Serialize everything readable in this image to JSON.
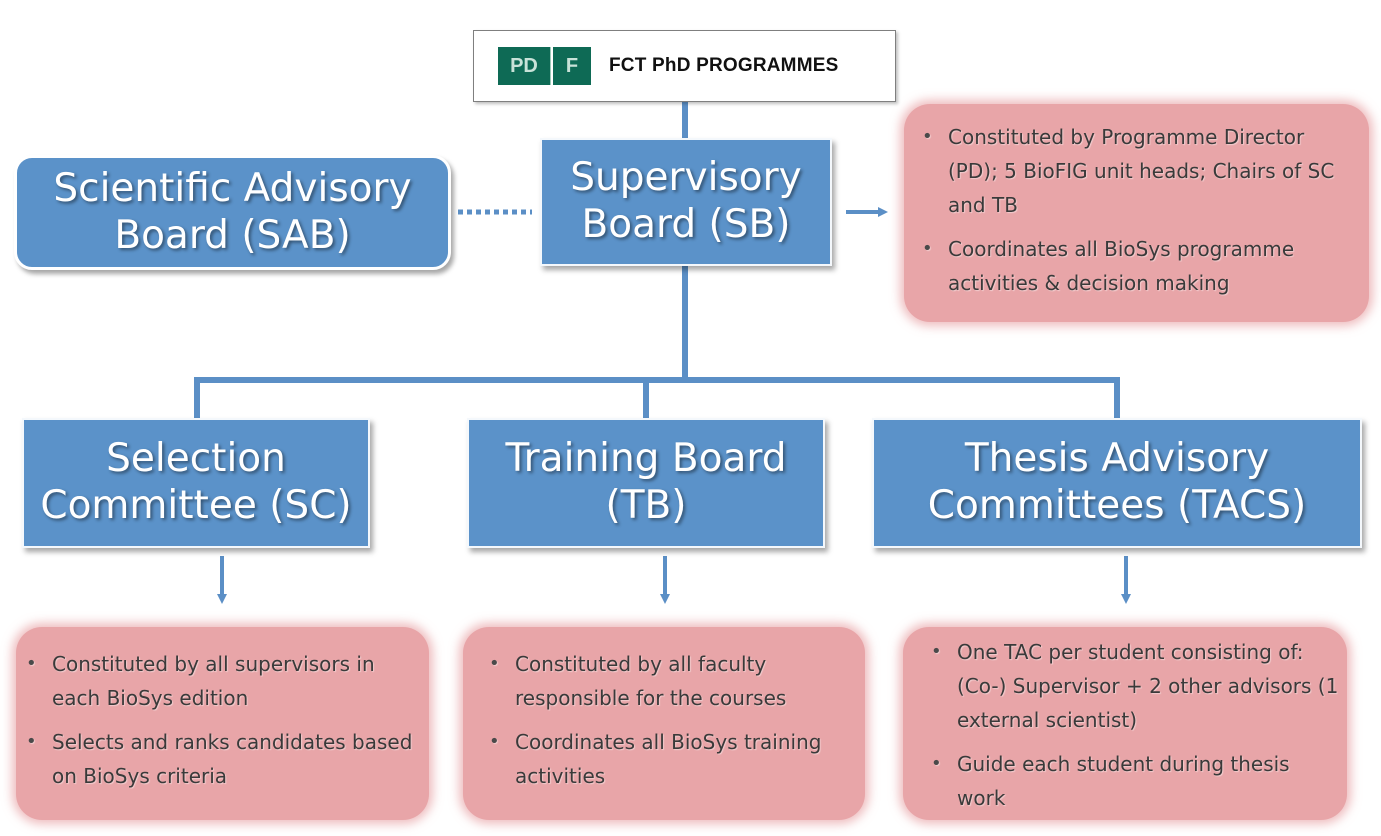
{
  "logo": {
    "mark_left": "PD",
    "mark_right": "F",
    "title": "FCT PhD PROGRAMMES"
  },
  "boards": {
    "sab": {
      "line1": "Scientific Advisory",
      "line2": "Board (SAB)"
    },
    "sb": {
      "line1": "Supervisory",
      "line2": "Board (SB)"
    },
    "sc": {
      "line1": "Selection",
      "line2": "Committee (SC)"
    },
    "tb": {
      "line1": "Training Board",
      "line2": "(TB)"
    },
    "tacs": {
      "line1": "Thesis Advisory",
      "line2": "Committees (TACS)"
    }
  },
  "notes": {
    "sb": [
      "Constituted by Programme Director (PD); 5 BioFIG unit heads; Chairs of SC and TB",
      "Coordinates all BioSys programme activities & decision making"
    ],
    "sc": [
      "Constituted by all supervisors in each BioSys edition",
      "Selects and ranks candidates based on BioSys criteria"
    ],
    "tb": [
      "Constituted by all faculty responsible for the courses",
      "Coordinates all BioSys training activities"
    ],
    "tacs": [
      "One TAC per student consisting of: (Co-) Supervisor + 2 other advisors (1 external scientist)",
      "Guide each student during thesis work"
    ]
  },
  "colors": {
    "board_fill": "#5b92c9",
    "connector": "#5b8fc6",
    "note_fill": "#e8a5a8",
    "logo_green": "#0e6a55"
  }
}
